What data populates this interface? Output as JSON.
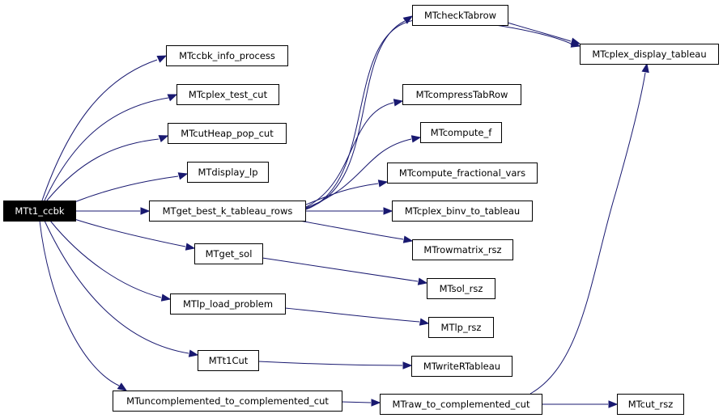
{
  "graph": {
    "root": "MTt1_ccbk",
    "nodes": {
      "MTt1_ccbk": "MTt1_ccbk",
      "MTccbk_info_process": "MTccbk_info_process",
      "MTcplex_test_cut": "MTcplex_test_cut",
      "MTcutHeap_pop_cut": "MTcutHeap_pop_cut",
      "MTdisplay_lp": "MTdisplay_lp",
      "MTget_best_k_tableau_rows": "MTget_best_k_tableau_rows",
      "MTget_sol": "MTget_sol",
      "MTlp_load_problem": "MTlp_load_problem",
      "MTt1Cut": "MTt1Cut",
      "MTuncomplemented_to_complemented_cut": "MTuncomplemented_to_complemented_cut",
      "MTcheckTabrow": "MTcheckTabrow",
      "MTcplex_display_tableau": "MTcplex_display_tableau",
      "MTcompressTabRow": "MTcompressTabRow",
      "MTcompute_f": "MTcompute_f",
      "MTcompute_fractional_vars": "MTcompute_fractional_vars",
      "MTcplex_binv_to_tableau": "MTcplex_binv_to_tableau",
      "MTrowmatrix_rsz": "MTrowmatrix_rsz",
      "MTsol_rsz": "MTsol_rsz",
      "MTlp_rsz": "MTlp_rsz",
      "MTwriteRTableau": "MTwriteRTableau",
      "MTraw_to_complemented_cut": "MTraw_to_complemented_cut",
      "MTcut_rsz": "MTcut_rsz"
    },
    "edges": [
      [
        "MTt1_ccbk",
        "MTccbk_info_process"
      ],
      [
        "MTt1_ccbk",
        "MTcplex_test_cut"
      ],
      [
        "MTt1_ccbk",
        "MTcutHeap_pop_cut"
      ],
      [
        "MTt1_ccbk",
        "MTdisplay_lp"
      ],
      [
        "MTt1_ccbk",
        "MTget_best_k_tableau_rows"
      ],
      [
        "MTt1_ccbk",
        "MTget_sol"
      ],
      [
        "MTt1_ccbk",
        "MTlp_load_problem"
      ],
      [
        "MTt1_ccbk",
        "MTt1Cut"
      ],
      [
        "MTt1_ccbk",
        "MTuncomplemented_to_complemented_cut"
      ],
      [
        "MTget_best_k_tableau_rows",
        "MTcheckTabrow"
      ],
      [
        "MTget_best_k_tableau_rows",
        "MTcplex_display_tableau"
      ],
      [
        "MTget_best_k_tableau_rows",
        "MTcompressTabRow"
      ],
      [
        "MTget_best_k_tableau_rows",
        "MTcompute_f"
      ],
      [
        "MTget_best_k_tableau_rows",
        "MTcompute_fractional_vars"
      ],
      [
        "MTget_best_k_tableau_rows",
        "MTcplex_binv_to_tableau"
      ],
      [
        "MTget_best_k_tableau_rows",
        "MTrowmatrix_rsz"
      ],
      [
        "MTcheckTabrow",
        "MTcplex_display_tableau"
      ],
      [
        "MTget_sol",
        "MTsol_rsz"
      ],
      [
        "MTlp_load_problem",
        "MTlp_rsz"
      ],
      [
        "MTt1Cut",
        "MTwriteRTableau"
      ],
      [
        "MTuncomplemented_to_complemented_cut",
        "MTraw_to_complemented_cut"
      ],
      [
        "MTraw_to_complemented_cut",
        "MTcut_rsz"
      ],
      [
        "MTraw_to_complemented_cut",
        "MTcplex_display_tableau"
      ]
    ],
    "colors": {
      "edge": "#191970",
      "root_fill": "#000000",
      "root_text": "#ffffff",
      "node_fill": "#ffffff",
      "node_border": "#000000"
    }
  }
}
